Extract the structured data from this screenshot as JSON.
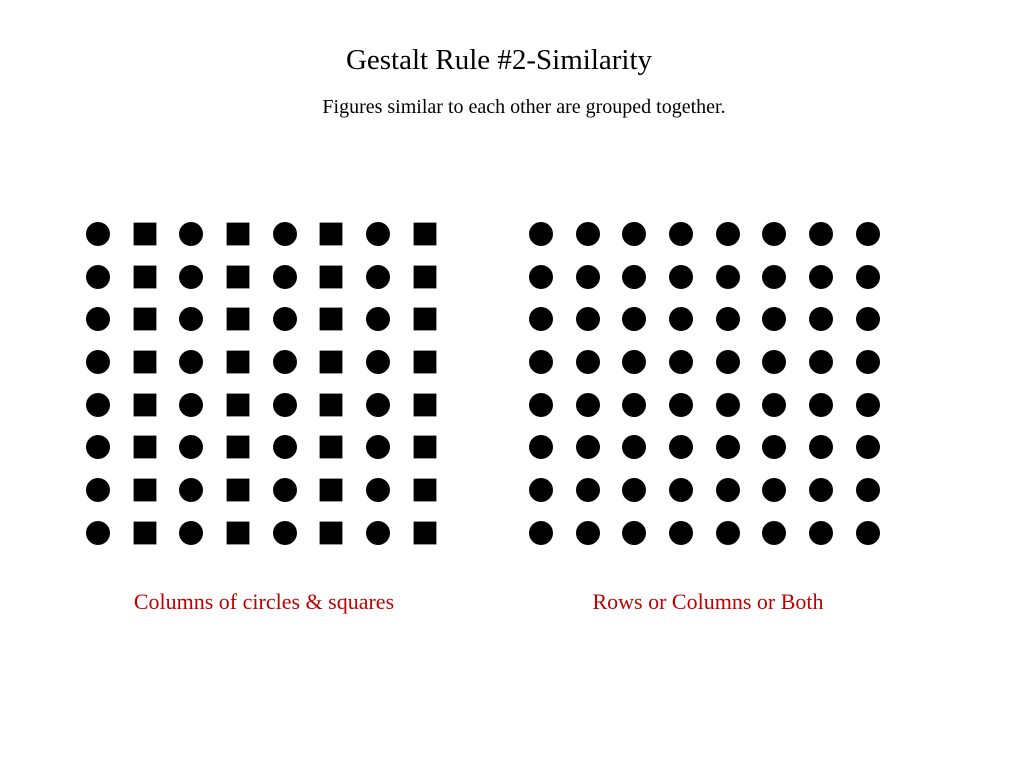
{
  "slide": {
    "title": "Gestalt Rule #2-Similarity",
    "subtitle": "Figures similar to each other are grouped together."
  },
  "left_figure": {
    "rows": 8,
    "cols": 8,
    "column_pattern": [
      "circle",
      "square",
      "circle",
      "square",
      "circle",
      "square",
      "circle",
      "square"
    ],
    "caption": "Columns of circles & squares"
  },
  "right_figure": {
    "rows": 8,
    "cols": 8,
    "column_pattern": [
      "circle",
      "circle",
      "circle",
      "circle",
      "circle",
      "circle",
      "circle",
      "circle"
    ],
    "caption": "Rows or Columns or Both"
  },
  "colors": {
    "shape": "#000000",
    "caption": "#c00000",
    "text": "#000000"
  }
}
